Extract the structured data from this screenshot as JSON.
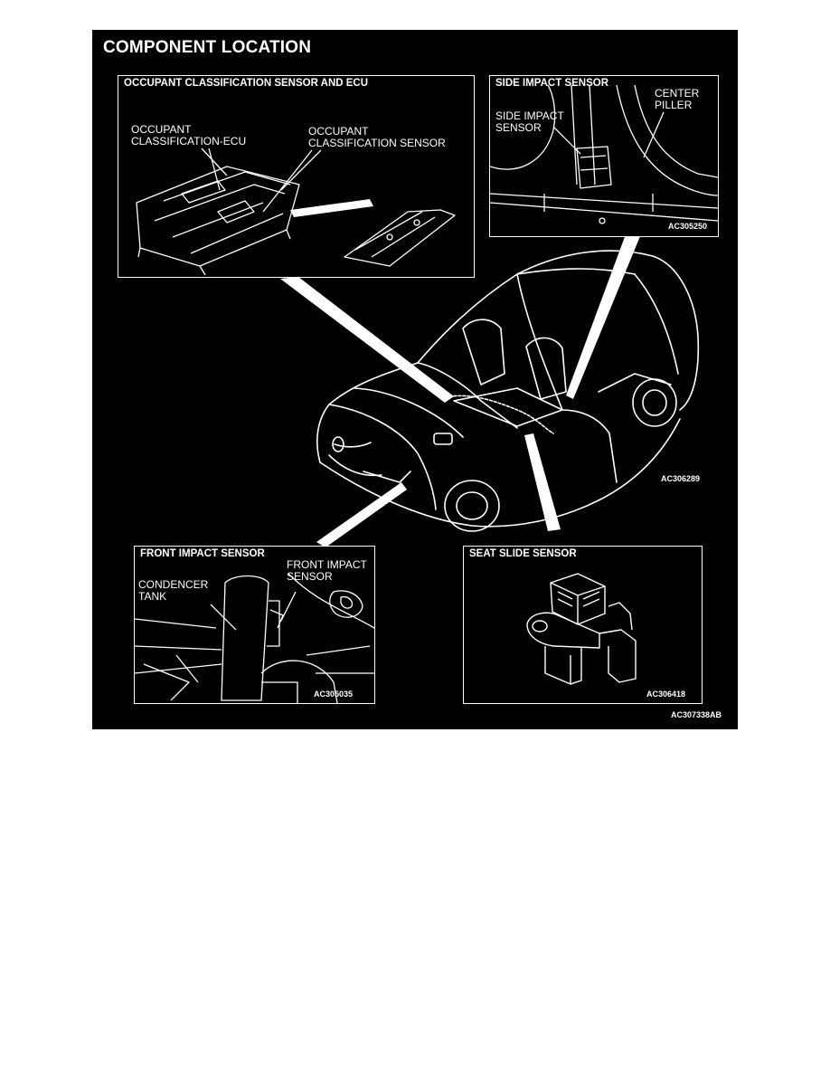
{
  "figure": {
    "title": "COMPONENT LOCATION",
    "main_code": "AC306289",
    "figure_code": "AC307338AB"
  },
  "panels": {
    "occupant": {
      "title": "OCCUPANT CLASSIFICATION SENSOR AND ECU",
      "label_ecu": "OCCUPANT\nCLASSIFICATION-ECU",
      "label_sensor": "OCCUPANT\nCLASSIFICATION SENSOR"
    },
    "side": {
      "title": "SIDE IMPACT SENSOR",
      "label_sensor": "SIDE IMPACT\nSENSOR",
      "label_pillar": "CENTER\nPILLER",
      "code": "AC305250"
    },
    "front": {
      "title": "FRONT IMPACT SENSOR",
      "label_tank": "CONDENCER\nTANK",
      "label_sensor": "FRONT IMPACT\nSENSOR",
      "code": "AC305035"
    },
    "seat": {
      "title": "SEAT SLIDE SENSOR",
      "code": "AC306418"
    }
  }
}
